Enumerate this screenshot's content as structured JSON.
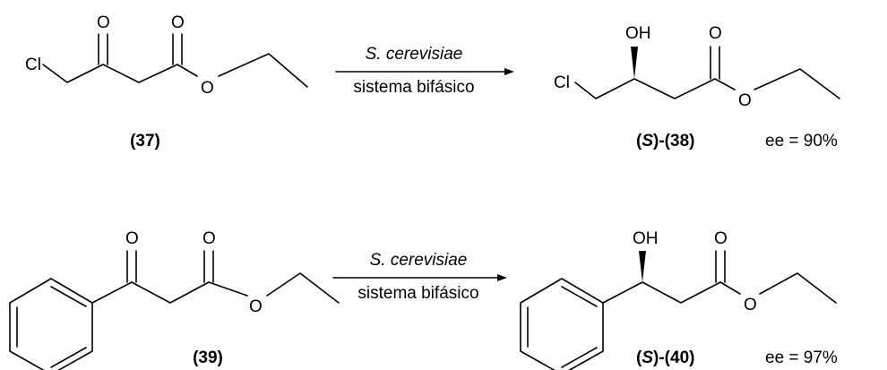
{
  "reactions": [
    {
      "reactant_label": "(37)",
      "reagent_top": "S. cerevisiae",
      "reagent_bottom": "sistema bifásico",
      "product_label_prefix": "(",
      "product_label_config": "S",
      "product_label_suffix": ")-(38)",
      "ee_text": "ee = 90%"
    },
    {
      "reactant_label": "(39)",
      "reagent_top": "S. cerevisiae",
      "reagent_bottom": "sistema bifásico",
      "product_label_prefix": "(",
      "product_label_config": "S",
      "product_label_suffix": ")-(40)",
      "ee_text": "ee = 97%"
    }
  ],
  "atoms": {
    "o": "O",
    "cl": "Cl",
    "oh": "OH"
  }
}
